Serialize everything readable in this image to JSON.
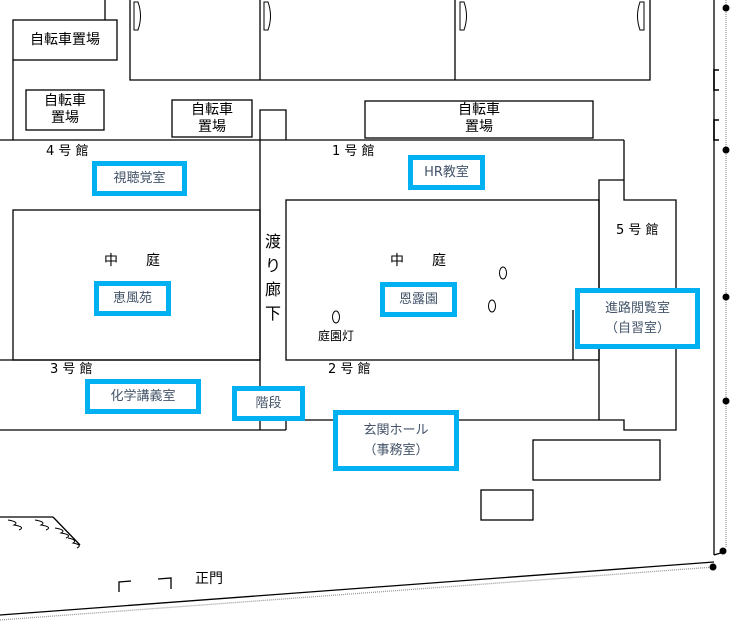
{
  "bicycle_parking": [
    {
      "line1": "自転車置場",
      "line2": ""
    },
    {
      "line1": "自転車",
      "line2": "置場"
    },
    {
      "line1": "自転車",
      "line2": "置場"
    },
    {
      "line1": "自転車",
      "line2": "置場"
    }
  ],
  "buildings": {
    "b4": "4 号 館",
    "b1": "1 号 館",
    "b3": "3 号 館",
    "b2": "2 号 館",
    "b5": "5 号 館"
  },
  "courtyards": {
    "left": "中　　庭",
    "right": "中　　庭"
  },
  "corridor": [
    "渡",
    "り",
    "廊",
    "下"
  ],
  "garden_light": "庭園灯",
  "main_gate": "正門",
  "highlights": {
    "color": "#00b0f0",
    "av_room": "視聴覚室",
    "hr_room": "HR教室",
    "keifuen": "恵風苑",
    "onroen": "恩露園",
    "career_room": "進路閲覧室",
    "career_room_sub": "（自習室）",
    "chem_room": "化学講義室",
    "stairs": "階段",
    "entrance": "玄関ホール",
    "entrance_sub": "（事務室）"
  }
}
